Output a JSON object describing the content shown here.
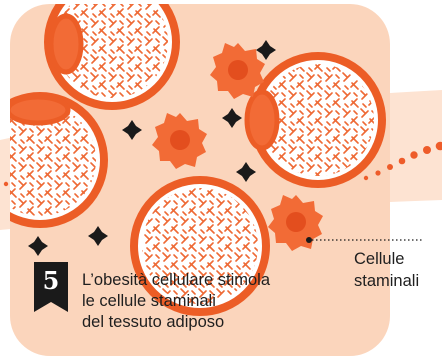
{
  "step": {
    "number": "5",
    "caption_lines": [
      "L’obesità cellulare stimola",
      "le cellule staminali",
      "del tessuto adiposo"
    ]
  },
  "callout": {
    "label_lines": [
      "Cellule",
      "staminali"
    ]
  },
  "colors": {
    "panel_background": "#fbd5bc",
    "adipocyte_outline": "#ec5d26",
    "adipocyte_fill": "#ffffff",
    "lipid_pattern": "#ee6a36",
    "stem_cell": "#f26b36",
    "stem_cell_nucleus": "#e34e1e",
    "sparkle": "#1a1a1a",
    "badge": "#1a1a1a",
    "dotted_trail": "#ee5c2a",
    "swoosh": "#fde3d2"
  },
  "icons": {
    "adipocyte": "large-fat-cell-icon",
    "stem_cell": "stem-cell-gear-icon",
    "sparkle": "four-point-star-icon"
  }
}
